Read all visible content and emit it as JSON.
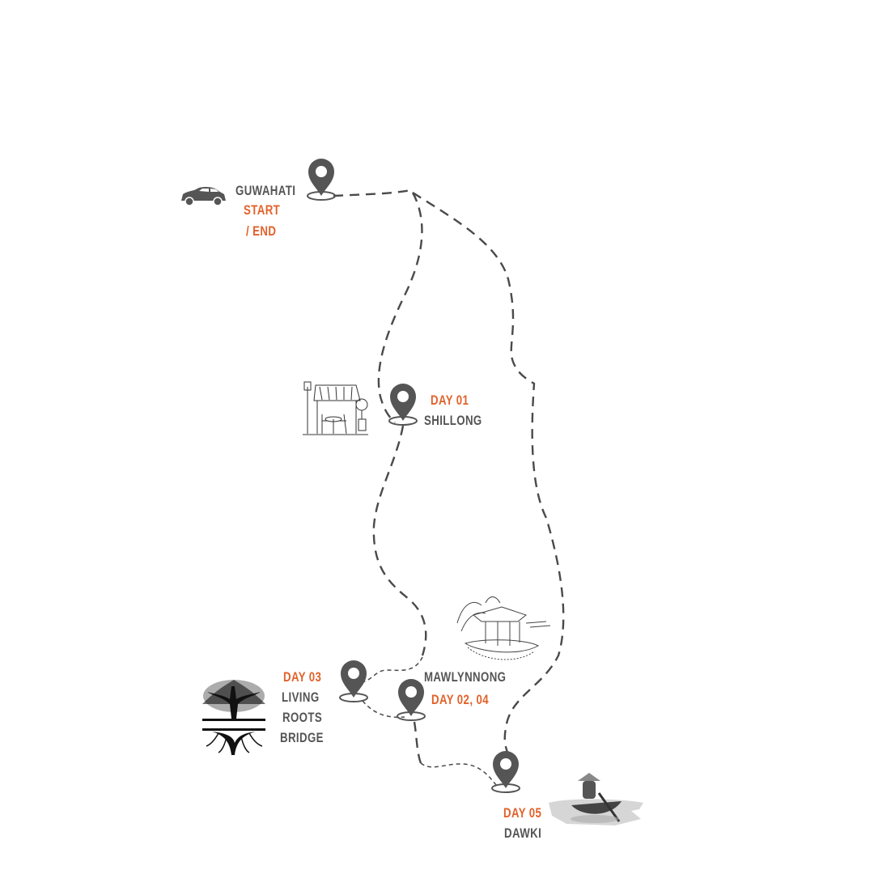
{
  "colors": {
    "route": "#4a4a4a",
    "pin": "#555555",
    "accent": "#e2622b",
    "text": "#555555"
  },
  "stops": [
    {
      "name": "GUWAHATI",
      "day": "START",
      "day_line2": "/ END",
      "icon": "car-icon"
    },
    {
      "name": "SHILLONG",
      "day": "DAY 01",
      "icon": "cafe-sketch-icon"
    },
    {
      "name_lines": [
        "LIVING",
        "ROOTS",
        "BRIDGE"
      ],
      "day": "DAY 03",
      "icon": "tree-roots-icon"
    },
    {
      "name": "MAWLYNNONG",
      "day": "DAY 02, 04",
      "icon": "gazebo-sketch-icon"
    },
    {
      "name": "DAWKI",
      "day": "DAY 05",
      "icon": "boat-icon"
    }
  ]
}
